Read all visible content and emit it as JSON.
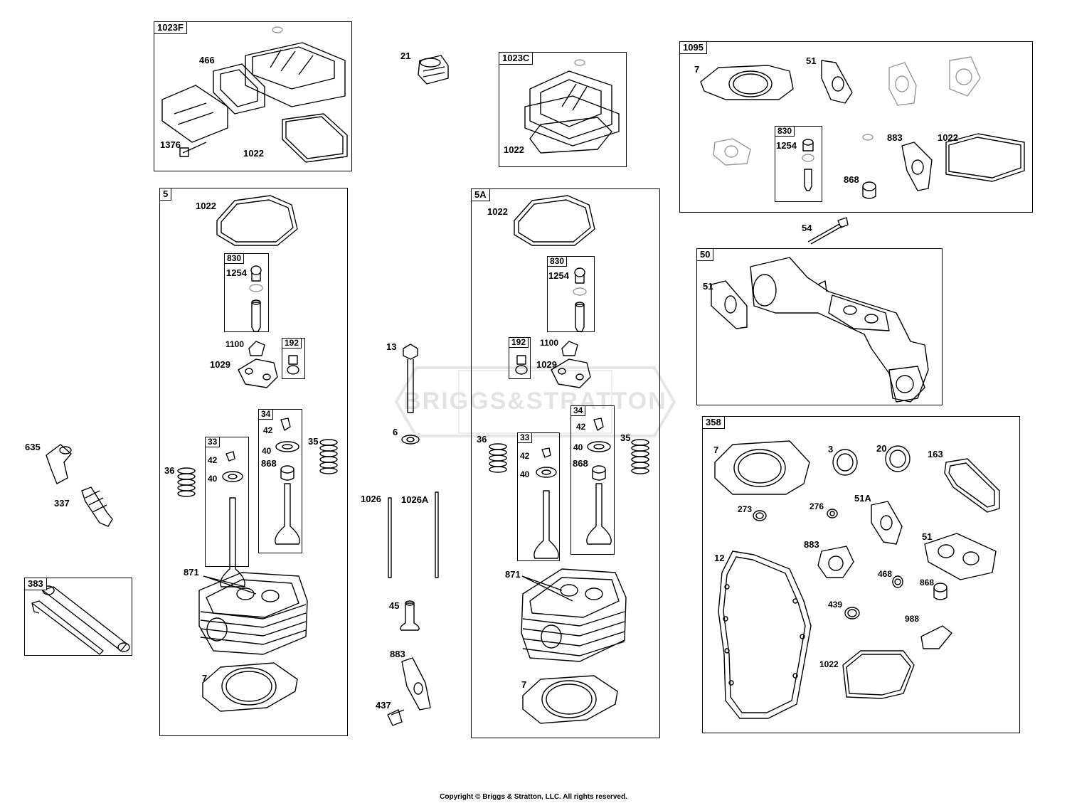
{
  "watermark": "BRIGGS&STRATTON",
  "copyright": "Copyright © Briggs & Stratton, LLC. All rights reserved.",
  "groups": {
    "g1023f": {
      "tag": "1023F",
      "labels": [
        "466",
        "1376",
        "1022"
      ]
    },
    "g1023c": {
      "tag": "1023C",
      "labels": [
        "1022"
      ]
    },
    "g1095": {
      "tag": "1095",
      "labels": [
        "7",
        "51",
        "883",
        "1022",
        "868"
      ],
      "sub830": {
        "tag": "830",
        "labels": [
          "1254"
        ]
      }
    },
    "g5": {
      "tag": "5",
      "labels": [
        "1022",
        "1100",
        "1029",
        "36",
        "35",
        "871",
        "7"
      ],
      "sub830": {
        "tag": "830",
        "labels": [
          "1254"
        ]
      },
      "sub192": {
        "tag": "192"
      },
      "sub34": {
        "tag": "34",
        "labels": [
          "42",
          "40",
          "868"
        ]
      },
      "sub33": {
        "tag": "33",
        "labels": [
          "42",
          "40"
        ]
      }
    },
    "g5a": {
      "tag": "5A",
      "labels": [
        "1022",
        "1100",
        "1029",
        "36",
        "35",
        "871",
        "7"
      ],
      "sub830": {
        "tag": "830",
        "labels": [
          "1254"
        ]
      },
      "sub192": {
        "tag": "192"
      },
      "sub34": {
        "tag": "34",
        "labels": [
          "42",
          "40",
          "868"
        ]
      },
      "sub33": {
        "tag": "33",
        "labels": [
          "42",
          "40"
        ]
      }
    },
    "g50": {
      "tag": "50",
      "labels": [
        "51"
      ]
    },
    "g358": {
      "tag": "358",
      "labels": [
        "7",
        "3",
        "20",
        "163",
        "273",
        "276",
        "51A",
        "12",
        "883",
        "51",
        "468",
        "868",
        "439",
        "988",
        "1022"
      ]
    },
    "g383": {
      "tag": "383"
    }
  },
  "loose": {
    "p21": "21",
    "p54": "54",
    "p13": "13",
    "p6": "6",
    "p1026": "1026",
    "p1026a": "1026A",
    "p45": "45",
    "p883": "883",
    "p437": "437",
    "p635": "635",
    "p337": "337"
  }
}
